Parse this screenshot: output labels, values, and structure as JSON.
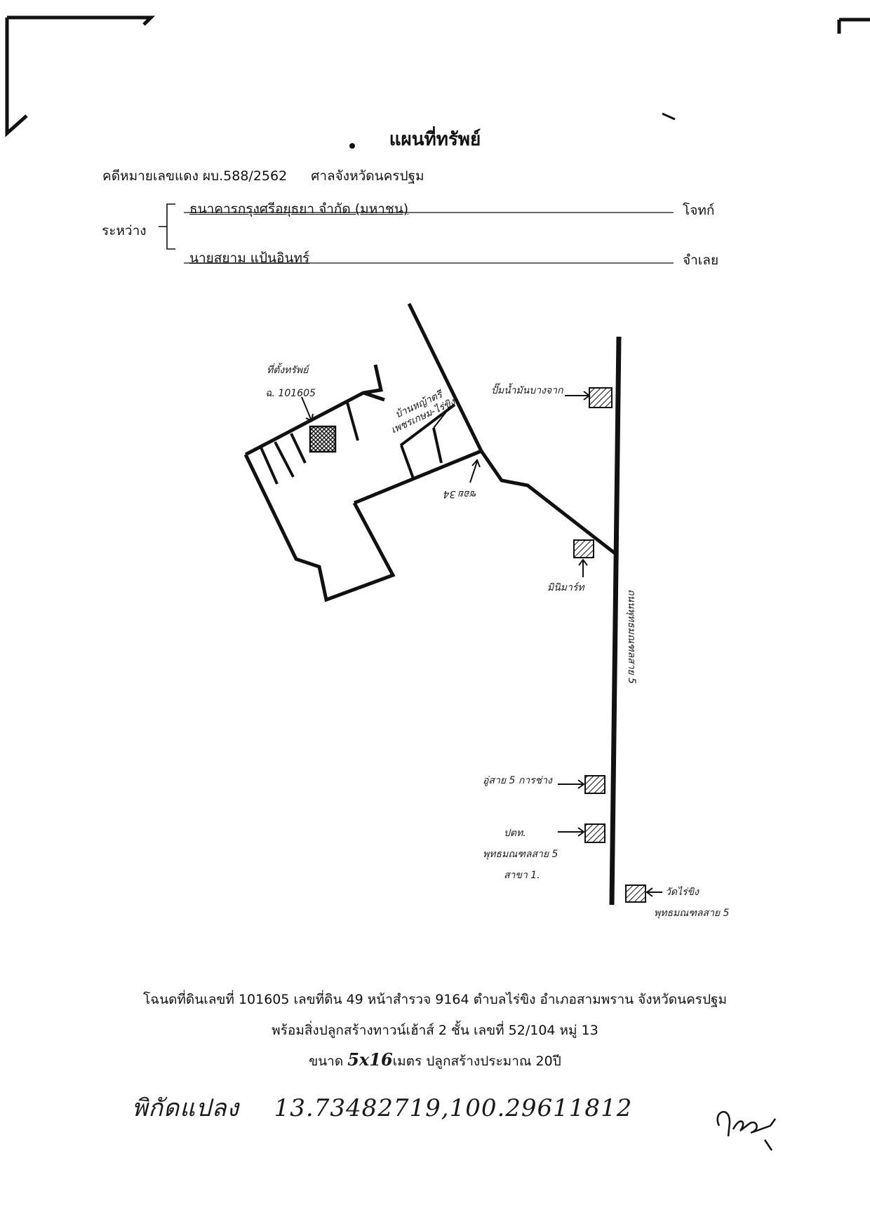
{
  "header": {
    "title": "แผนที่ทรัพย์",
    "case_number_label": "คดีหมายเลขแดง ผบ.588/2562",
    "court": "ศาลจังหวัดนครปฐม"
  },
  "parties": {
    "between_label": "ระหว่าง",
    "plaintiff_name": "ธนาคารกรุงศรีอยุธยา จำกัด (มหาชน)",
    "plaintiff_role": "โจทก์",
    "defendant_name": "นายสยาม แป้นอินทร์",
    "defendant_role": "จำเลย"
  },
  "map": {
    "property_label": "ที่ตั้งทรัพย์",
    "property_parcel": "ฉ. 101605",
    "village_label_1": "บ้านหญ้าตรี",
    "village_label_2": "เพชรเกษม-ไร่ขิง",
    "soi_label": "ซอย 34",
    "gas_station_label": "ปั๊มน้ำมันบางจาก",
    "mini_mart_label": "มินิมาร์ท",
    "main_road_label": "ถนนพุทธมณฑลสาย 5",
    "garage_label": "อู่สาย 5 การช่าง",
    "ptt_label_1": "ปตท.",
    "ptt_label_2": "พุทธมณฑลสาย 5",
    "ptt_label_3": "สาขา 1.",
    "temple_label_1": "วัดไร่ขิง",
    "temple_label_2": "พุทธมณฑลสาย 5"
  },
  "footer": {
    "deed_line": "โฉนดที่ดินเลขที่ 101605 เลขที่ดิน 49 หน้าสำรวจ 9164 ตำบลไร่ขิง อำเภอสามพราน จังหวัดนครปฐม",
    "building_line": "พร้อมสิ่งปลูกสร้างทาวน์เฮ้าส์ 2 ชั้น เลขที่ 52/104 หมู่ 13",
    "size_label": "ขนาด",
    "size_value": "5x16",
    "size_unit_and_age": "เมตร ปลูกสร้างประมาณ 20ปี"
  },
  "handwritten": {
    "coordinates_label": "พิกัดแปลง",
    "coordinates_value": "13.73482719,100.29611812"
  },
  "colors": {
    "ink": "#111111",
    "paper": "#ffffff"
  }
}
